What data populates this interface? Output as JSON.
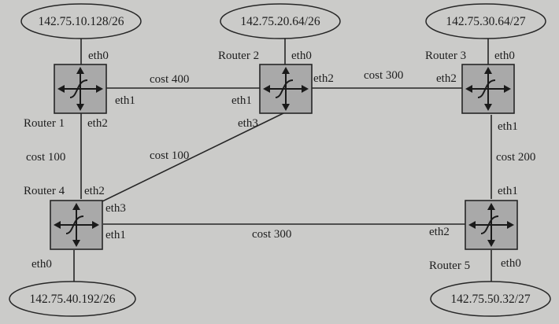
{
  "networks": {
    "n1": "142.75.10.128/26",
    "n2": "142.75.20.64/26",
    "n3": "142.75.30.64/27",
    "n4": "142.75.40.192/26",
    "n5": "142.75.50.32/27"
  },
  "routers": {
    "r1": "Router 1",
    "r2": "Router 2",
    "r3": "Router 3",
    "r4": "Router 4",
    "r5": "Router 5"
  },
  "interfaces": {
    "r1_eth0": "eth0",
    "r1_eth1": "eth1",
    "r1_eth2": "eth2",
    "r2_eth0": "eth0",
    "r2_eth1": "eth1",
    "r2_eth2": "eth2",
    "r2_eth3": "eth3",
    "r3_eth0": "eth0",
    "r3_eth2": "eth2",
    "r3_eth1": "eth1",
    "r4_eth2": "eth2",
    "r4_eth3": "eth3",
    "r4_eth1": "eth1",
    "r4_eth0": "eth0",
    "r5_eth1": "eth1",
    "r5_eth2": "eth2",
    "r5_eth0": "eth0"
  },
  "costs": {
    "r1_r2": "cost 400",
    "r2_r3": "cost 300",
    "r1_r4": "cost 100",
    "r4_r2": "cost 100",
    "r3_r5": "cost 200",
    "r4_r5": "cost 300"
  },
  "icons": {
    "router": "router-icon"
  },
  "colors": {
    "background": "#cbcbc9",
    "router_fill": "#a9a9a9",
    "line": "#262626"
  }
}
